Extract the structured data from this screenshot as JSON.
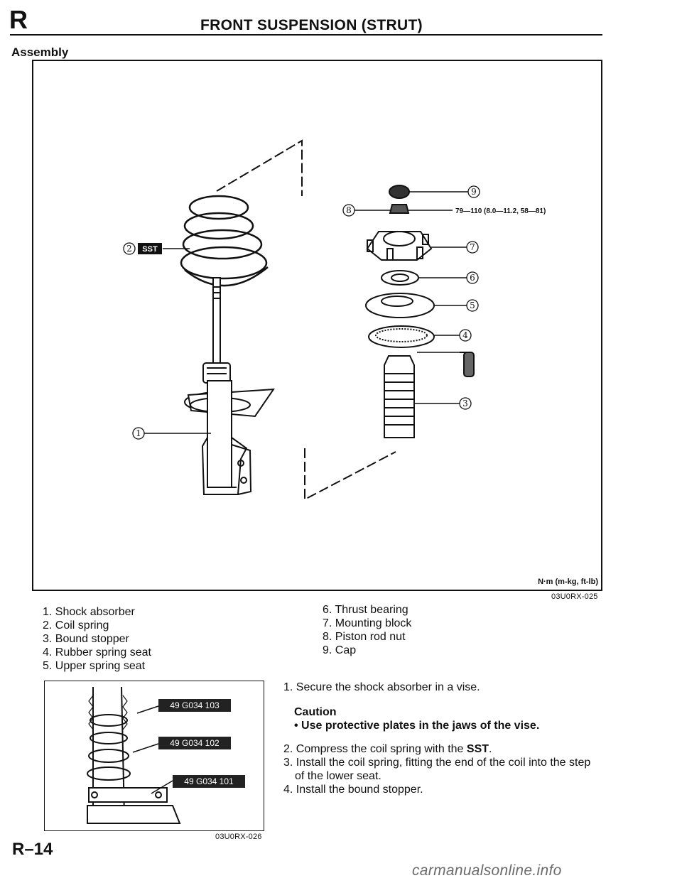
{
  "header": {
    "section": "R",
    "title": "FRONT SUSPENSION (STRUT)"
  },
  "assembly": {
    "heading": "Assembly",
    "torque_spec": "79—110 (8.0—11.2, 58—81)",
    "torque_unit": "N·m (m-kg, ft-lb)",
    "sst_label": "SST",
    "figure_code": "03U0RX-025",
    "callouts": [
      "1",
      "2",
      "3",
      "4",
      "5",
      "6",
      "7",
      "8",
      "9"
    ]
  },
  "parts": {
    "left": [
      "1. Shock absorber",
      "2. Coil spring",
      "3. Bound stopper",
      "4. Rubber spring seat",
      "5. Upper spring seat"
    ],
    "right": [
      "6. Thrust bearing",
      "7. Mounting block",
      "8. Piston rod nut",
      "9. Cap"
    ]
  },
  "inset": {
    "tools": [
      "49 G034 103",
      "49 G034 102",
      "49 G034 101"
    ],
    "figure_code": "03U0RX-026"
  },
  "steps": {
    "step1": "1. Secure the shock absorber in a vise.",
    "caution_title": "Caution",
    "caution_text": "• Use protective plates in the jaws of the vise.",
    "step2_pre": "2. Compress the coil spring with the ",
    "step2_bold": "SST",
    "step2_post": ".",
    "step3_line1": "3. Install the coil spring, fitting the end of the coil into the step",
    "step3_line2": "of the lower seat.",
    "step4": "4. Install the bound stopper."
  },
  "footer": {
    "page": "R–14",
    "watermark": "carmanualsonline.info"
  }
}
